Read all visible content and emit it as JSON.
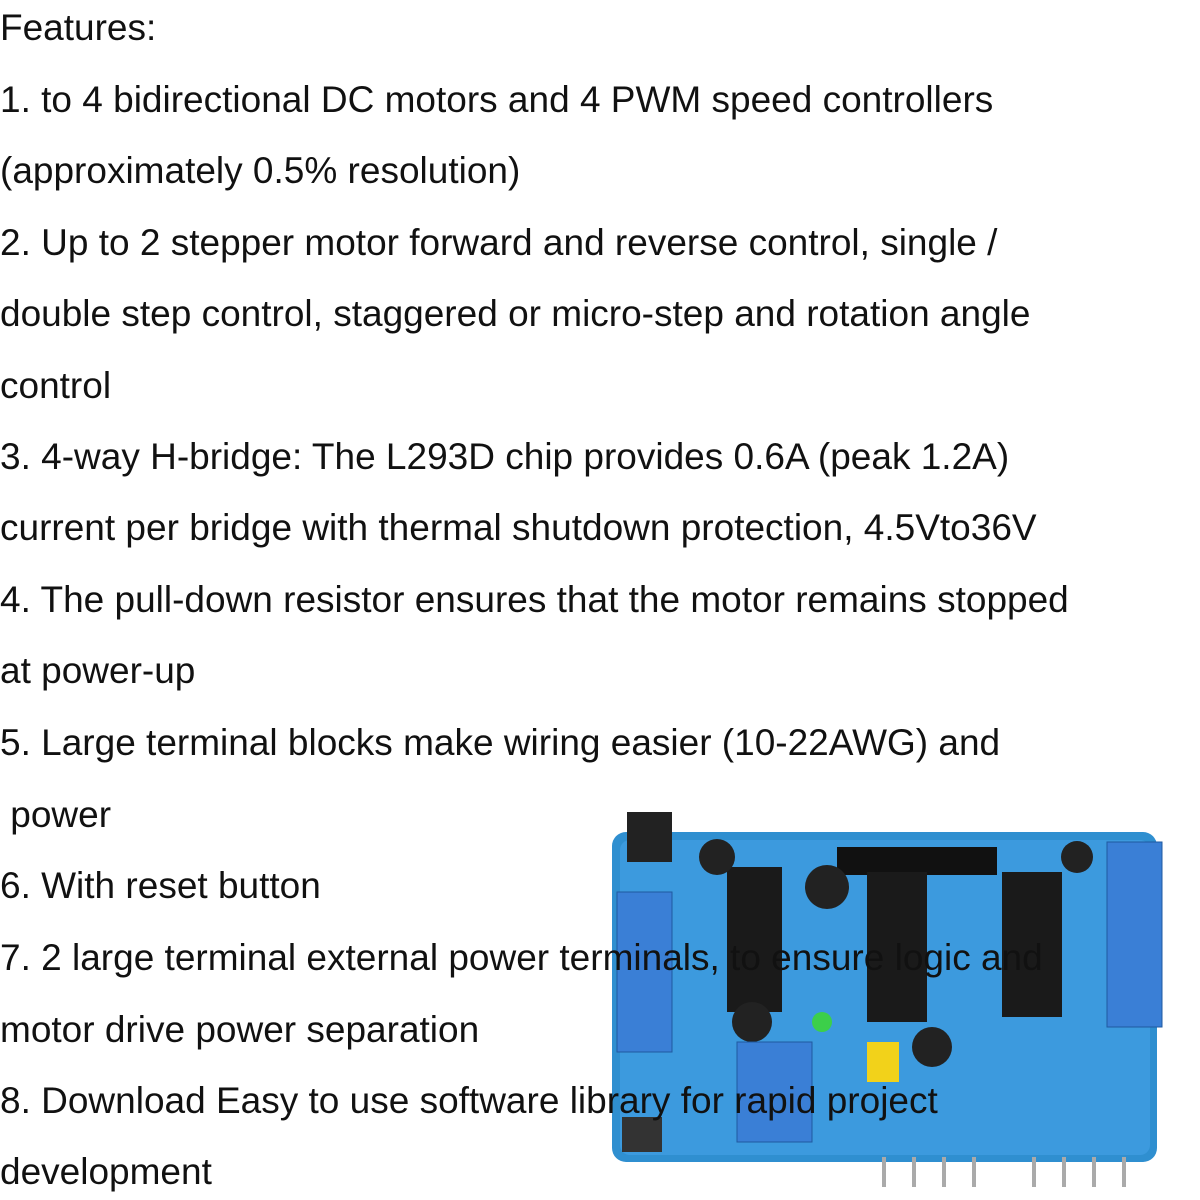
{
  "heading": "Features:",
  "lines": [
    "1. to 4 bidirectional DC motors and 4 PWM speed controllers",
    "(approximately 0.5% resolution)",
    "2. Up to 2 stepper motor forward and reverse control, single /",
    "double step control, staggered or micro-step and rotation angle",
    "control",
    "3. 4-way H-bridge: The L293D chip provides 0.6A (peak 1.2A)",
    "current per bridge with thermal shutdown protection, 4.5Vto36V",
    "4. The pull-down resistor ensures that the motor remains stopped",
    "at power-up",
    "5. Large terminal blocks make wiring easier (10-22AWG) and",
    " power",
    "6. With reset button",
    "7. 2 large terminal external power terminals, to ensure logic and",
    "motor drive power separation",
    "8. Download Easy to use software library for rapid project",
    "development"
  ],
  "board": {
    "color": "#2f8fd0",
    "terminal_color": "#3a7fd6",
    "chip_color": "#1a1a1a"
  }
}
